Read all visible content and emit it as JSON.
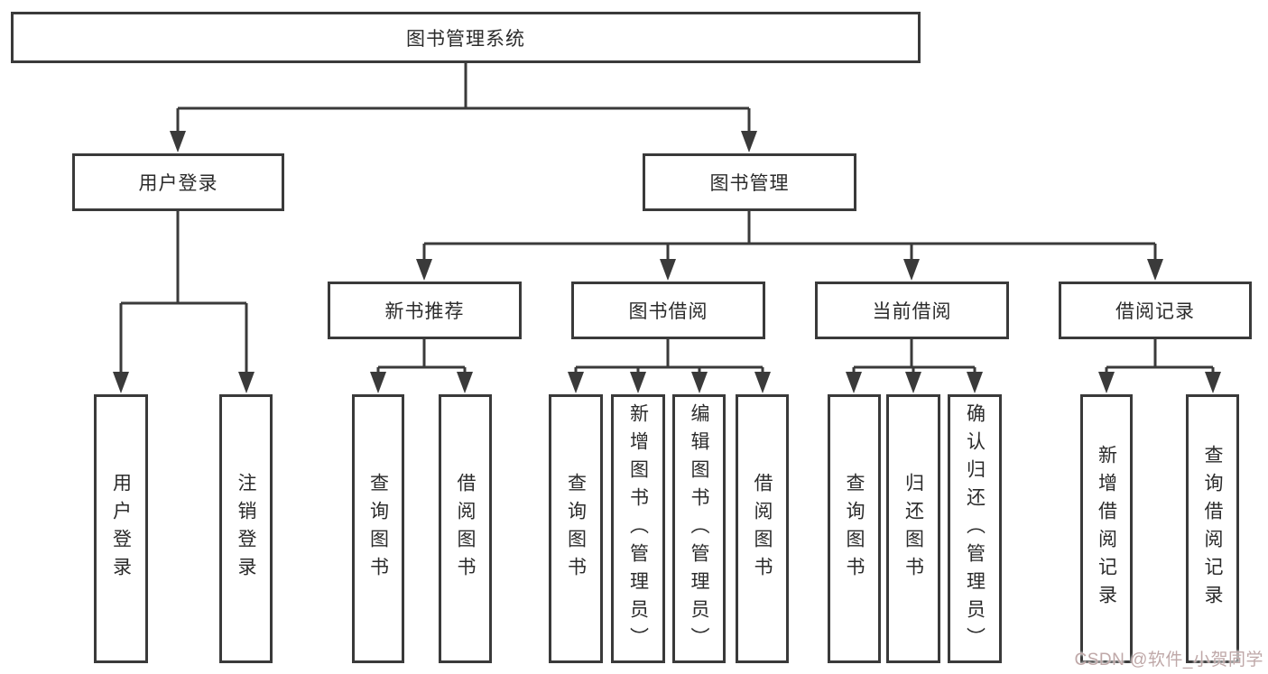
{
  "tree": {
    "root": {
      "label": "图书管理系统"
    },
    "branches": [
      {
        "label": "用户登录",
        "leaves": [
          {
            "label": "用户登录"
          },
          {
            "label": "注销登录"
          }
        ]
      },
      {
        "label": "图书管理",
        "groups": [
          {
            "label": "新书推荐",
            "leaves": [
              {
                "label": "查询图书"
              },
              {
                "label": "借阅图书"
              }
            ]
          },
          {
            "label": "图书借阅",
            "leaves": [
              {
                "label": "查询图书"
              },
              {
                "label": "新增图书（管理员）"
              },
              {
                "label": "编辑图书（管理员）"
              },
              {
                "label": "借阅图书"
              }
            ]
          },
          {
            "label": "当前借阅",
            "leaves": [
              {
                "label": "查询图书"
              },
              {
                "label": "归还图书"
              },
              {
                "label": "确认归还（管理员）"
              }
            ]
          },
          {
            "label": "借阅记录",
            "leaves": [
              {
                "label": "新增借阅记录"
              },
              {
                "label": "查询借阅记录"
              }
            ]
          }
        ]
      }
    ]
  },
  "watermark": {
    "text": "CSDN @软件_小贺同学"
  },
  "colors": {
    "line": "#3a3a3a",
    "box_border": "#3a3a3a",
    "text": "#2b2b2b",
    "background": "#ffffff",
    "watermark": "#bfa8a8"
  }
}
